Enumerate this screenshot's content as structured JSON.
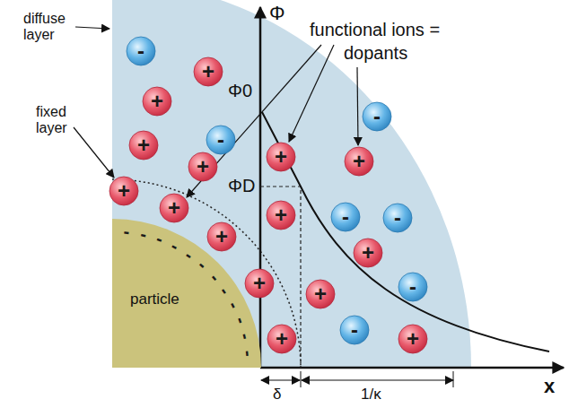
{
  "diagram": {
    "nodes": [
      {
        "text": [
          "particle"
        ]
      },
      {
        "text": [
          "-"
        ]
      },
      {
        "text": [
          "+"
        ]
      },
      {
        "text": [
          "+"
        ]
      },
      {
        "text": [
          "-"
        ]
      },
      {
        "text": [
          "-"
        ]
      },
      {
        "text": [
          "+"
        ]
      },
      {
        "text": [
          "+"
        ]
      },
      {
        "text": [
          "+"
        ]
      },
      {
        "text": [
          "+"
        ]
      },
      {
        "text": [
          "+"
        ]
      },
      {
        "text": [
          "+"
        ]
      },
      {
        "text": [
          "+"
        ]
      },
      {
        "text": [
          "-"
        ]
      },
      {
        "text": [
          "-"
        ]
      },
      {
        "text": [
          "+"
        ]
      },
      {
        "text": [
          "+"
        ]
      },
      {
        "text": [
          "+"
        ]
      },
      {
        "text": [
          "-"
        ]
      },
      {
        "text": [
          "+"
        ]
      },
      {
        "text": [
          "-"
        ]
      },
      {
        "text": [
          "+"
        ]
      },
      {
        "text": [
          "+"
        ]
      }
    ],
    "labels": [
      "Φ",
      "Φ0",
      "ΦD",
      "functional ions =",
      "dopants",
      "diffuse layer",
      "fixed layer",
      "δ",
      "1/κ",
      "x",
      "-",
      "-",
      "-",
      "-",
      "-",
      "-",
      "-",
      "-",
      "-",
      "-",
      "-",
      "-"
    ]
  }
}
